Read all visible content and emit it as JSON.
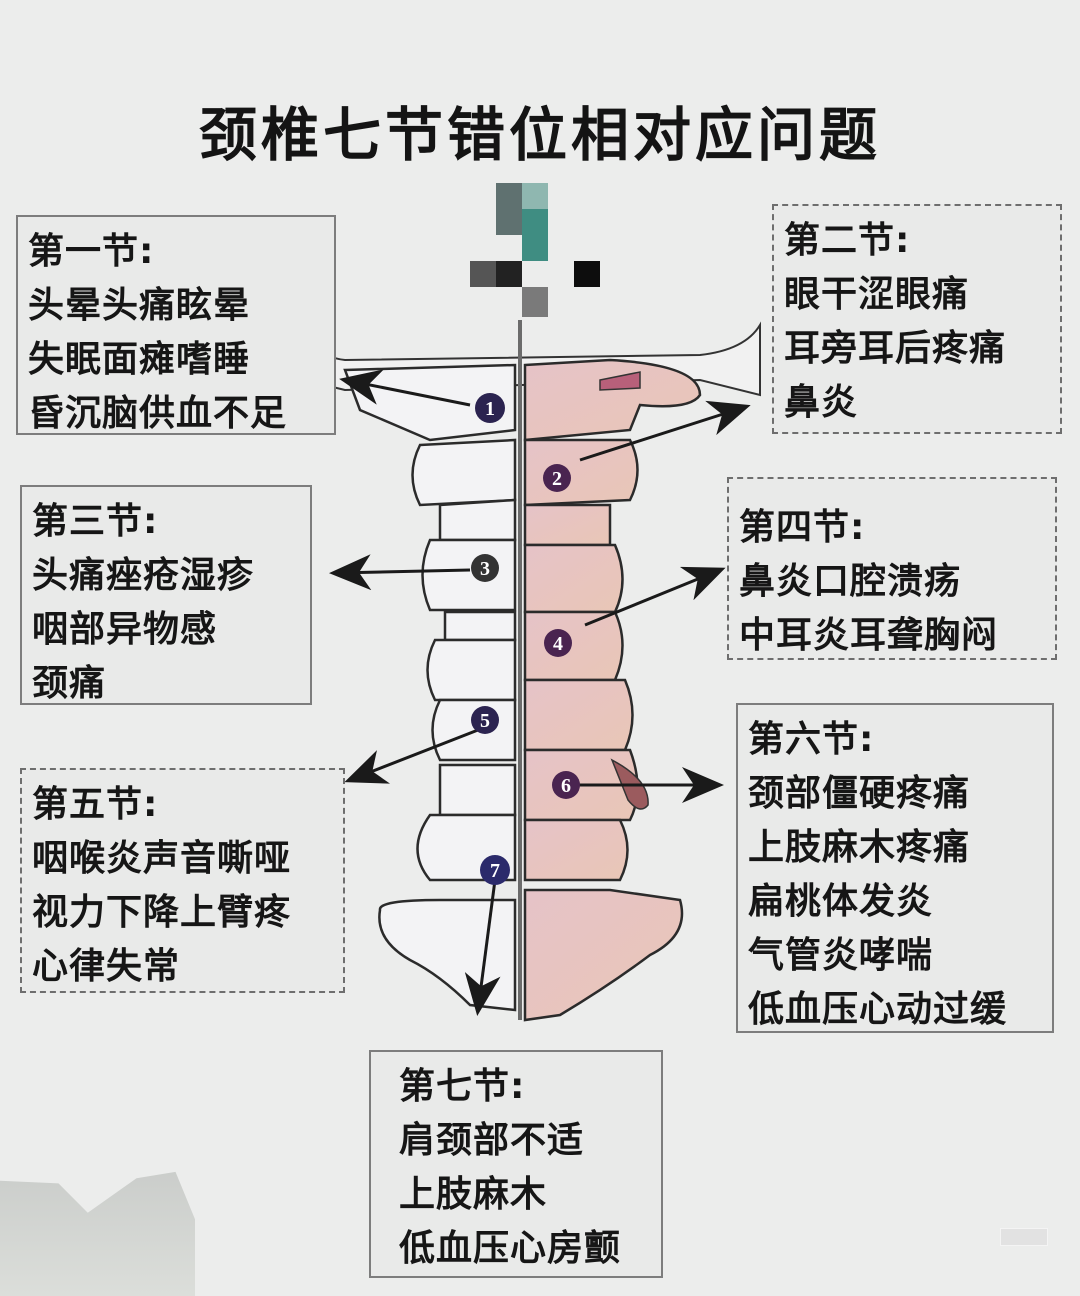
{
  "title": "颈椎七节错位相对应问题",
  "colors": {
    "background": "#ecedec",
    "text": "#161616",
    "box_border": "#7d7d7d",
    "bone_left": "#f2f2f4",
    "bone_right": "#e8c7cc",
    "label_circle": "#2b2350",
    "arrow": "#1a1a1a"
  },
  "vertebrae_labels": [
    "1",
    "2",
    "3",
    "4",
    "5",
    "6",
    "7"
  ],
  "sections": [
    {
      "id": "c1",
      "heading": "第一节:",
      "lines": [
        "头晕头痛眩晕",
        "失眠面瘫嗜睡",
        "昏沉脑供血不足"
      ]
    },
    {
      "id": "c2",
      "heading": "第二节:",
      "lines": [
        "眼干涩眼痛",
        "耳旁耳后疼痛",
        "鼻炎"
      ]
    },
    {
      "id": "c3",
      "heading": "第三节:",
      "lines": [
        "头痛痤疮湿疹",
        "咽部异物感",
        "颈痛"
      ]
    },
    {
      "id": "c4",
      "heading": "第四节:",
      "lines": [
        "鼻炎口腔溃疡",
        "中耳炎耳聋胸闷"
      ]
    },
    {
      "id": "c5",
      "heading": "第五节:",
      "lines": [
        "咽喉炎声音嘶哑",
        "视力下降上臂疼",
        "心律失常"
      ]
    },
    {
      "id": "c6",
      "heading": "第六节:",
      "lines": [
        "颈部僵硬疼痛",
        "上肢麻木疼痛",
        "扁桃体发炎",
        "气管炎哮喘",
        "低血压心动过缓"
      ]
    },
    {
      "id": "c7",
      "heading": "第七节:",
      "lines": [
        "肩颈部不适",
        "上肢麻木",
        "低血压心房颤"
      ]
    }
  ]
}
